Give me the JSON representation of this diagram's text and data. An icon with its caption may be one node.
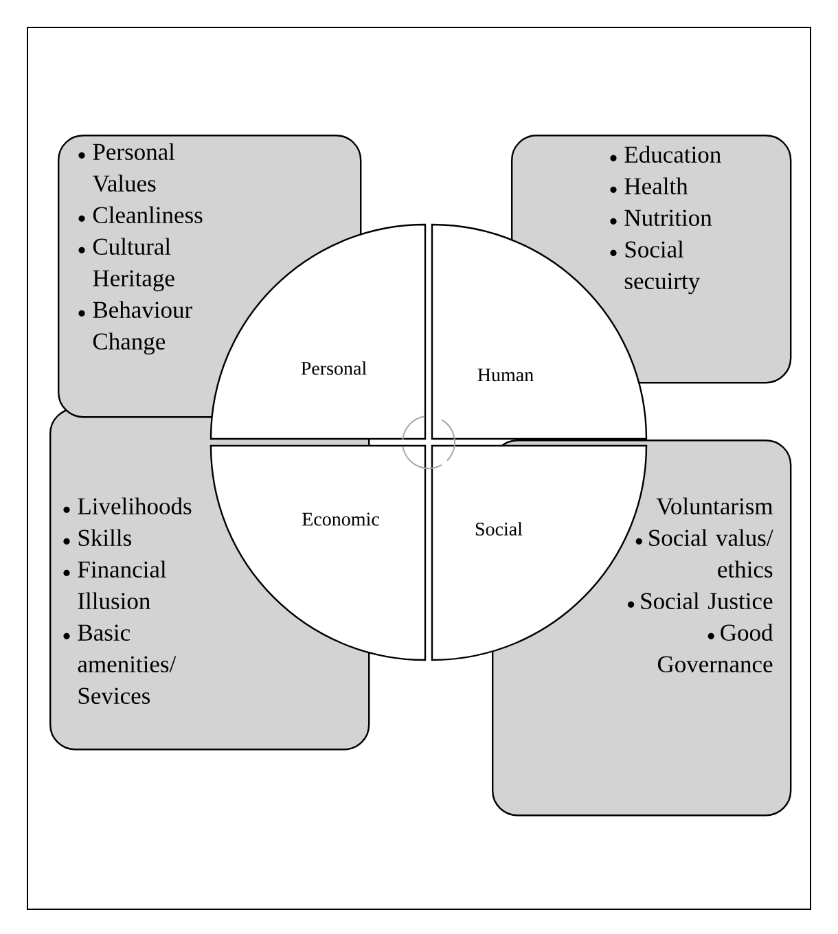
{
  "diagram": {
    "nodes": [
      {
        "text": [
          "Personal Values",
          "Cleanliness",
          "Cultural Heritage",
          "Behaviour Change"
        ]
      },
      {
        "text": [
          "Education",
          "Health",
          "Nutrition",
          "Social secuirty"
        ]
      },
      {
        "text": [
          "Livelihoods",
          "Skills",
          "Financial Illusion",
          "Basic amenities/ Sevices"
        ]
      },
      {
        "text": [
          "Voluntarism",
          "Social valus/ ethics",
          "Social Justice",
          "Good Governance"
        ]
      },
      {
        "text": [
          "Personal"
        ]
      },
      {
        "text": [
          "Human"
        ]
      },
      {
        "text": [
          "Economic"
        ]
      },
      {
        "text": [
          "Social"
        ]
      }
    ]
  }
}
